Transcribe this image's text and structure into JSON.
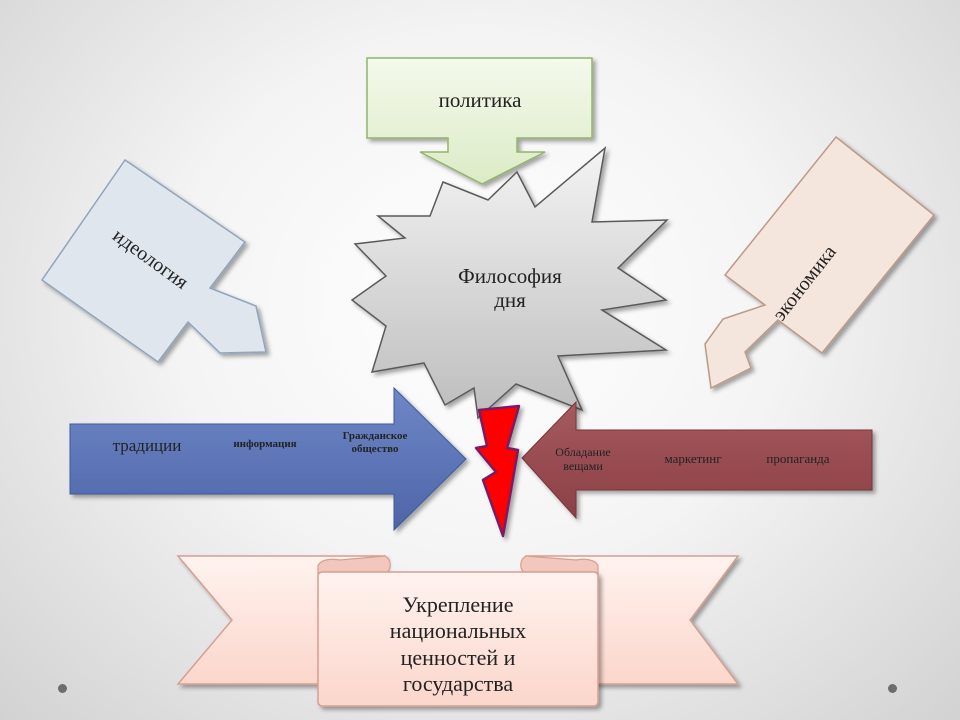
{
  "center": {
    "line1": "Философия",
    "line2": "дня"
  },
  "top_arrow": {
    "label": "политика"
  },
  "left_arrow": {
    "label": "идеология"
  },
  "right_arrow": {
    "label": "экономика"
  },
  "blue_arrow": {
    "items": [
      "традиции",
      "информация",
      "Гражданское общество"
    ]
  },
  "red_arrow": {
    "items": [
      "Обладание вещами",
      "маркетинг",
      "пропаганда"
    ]
  },
  "banner": {
    "line1": "Укрепление",
    "line2": "национальных",
    "line3": "ценностей и",
    "line4": "государства"
  },
  "colors": {
    "green": "#ebf4dc",
    "blue_grey": "#dde5ee",
    "tan": "#f5e5dc",
    "blue": "#5e77b8",
    "maroon": "#9b4d52",
    "bolt": "#ff0000",
    "ribbon": "#fde3dc"
  }
}
